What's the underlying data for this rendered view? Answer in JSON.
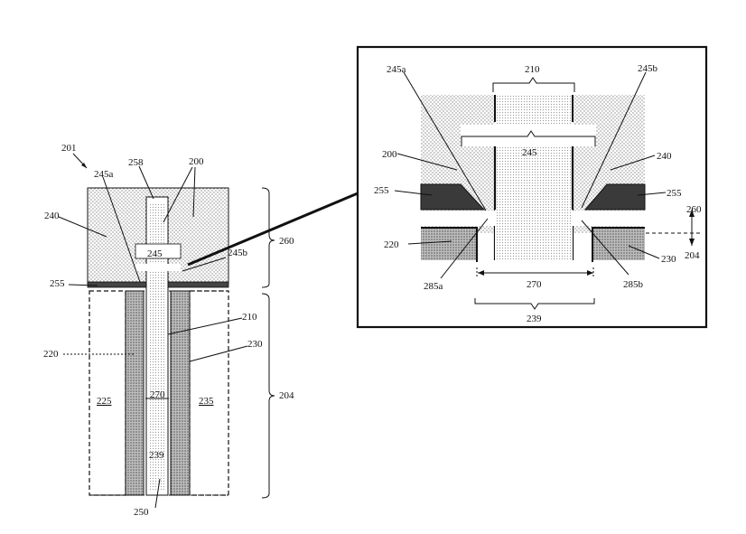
{
  "labels": {
    "fig": "201",
    "l258": "258",
    "l200": "200",
    "l245a": "245a",
    "l240": "240",
    "l245": "245",
    "l245b": "245b",
    "l260": "260",
    "l255": "255",
    "l210": "210",
    "l230": "230",
    "l220": "220",
    "l225": "225",
    "l235": "235",
    "l270": "270",
    "l204": "204",
    "l239": "239",
    "l250": "250"
  },
  "inset_labels": {
    "l245a": "245a",
    "l210": "210",
    "l245b": "245b",
    "l245": "245",
    "l200": "200",
    "l240": "240",
    "l255a": "255",
    "l255b": "255",
    "l260": "260",
    "l220": "220",
    "l230": "230",
    "l204": "204",
    "l285a": "285a",
    "l285b": "285b",
    "l270": "270",
    "l239": "239"
  }
}
